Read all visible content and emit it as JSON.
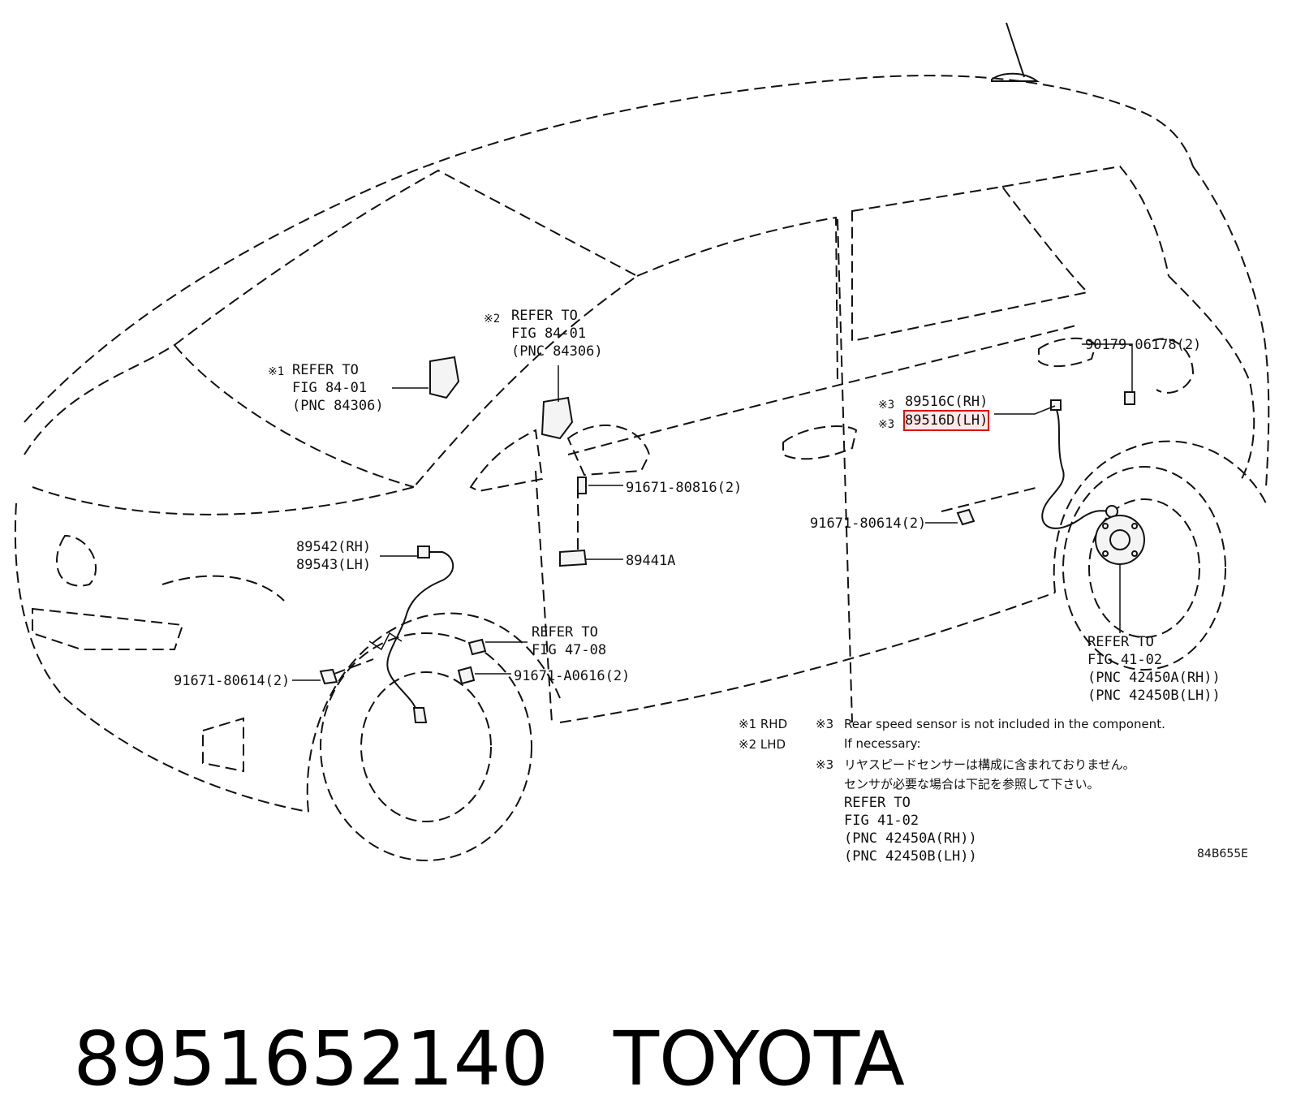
{
  "labels": {
    "l1_mark": "※1",
    "l1_text": "REFER TO\nFIG 84-01\n(PNC 84306)",
    "l2_mark": "※2",
    "l2_text": "REFER TO\nFIG 84-01\n(PNC 84306)",
    "rh_front": "89542(RH)",
    "lh_front": "89543(LH)",
    "bolt_mid": "91671-80816(2)",
    "sensor_mid": "89441A",
    "refer_47": "REFER TO\nFIG 47-08",
    "bolt_front": "91671-80614(2)",
    "bolt_a0616": "91671-A0616(2)",
    "rear_mark1": "※3",
    "rear_rh": "89516C(RH)",
    "rear_mark2": "※3",
    "rear_lh": "89516D(LH)",
    "bolt_rear": "91671-80614(2)",
    "clip_rear": "90179-06178(2)",
    "refer_41": "REFER TO\nFIG 41-02\n(PNC 42450A(RH))\n(PNC 42450B(LH))"
  },
  "notes": {
    "n1": "※1 RHD",
    "n2": "※2 LHD",
    "n3_mark": "※3",
    "n3_en": "Rear speed sensor is not included in the component.\nIf necessary:",
    "n3_mark_jp": "※3",
    "n3_jp": "リヤスピードセンサーは構成に含まれておりません。\nセンサが必要な場合は下記を参照して下さい。",
    "n3_refer": "REFER TO\nFIG 41-02\n(PNC 42450A(RH))\n(PNC 42450B(LH))",
    "code": "84B655E"
  },
  "footer": {
    "part_number": "8951652140",
    "brand": "TOYOTA"
  },
  "highlight_color": "#dd1111"
}
